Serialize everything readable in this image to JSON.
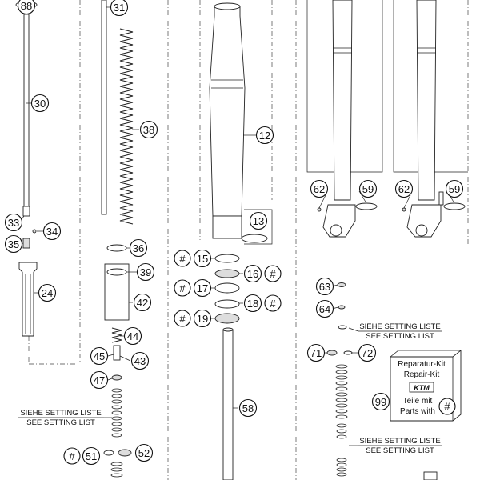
{
  "callouts": {
    "c88": "88",
    "c31": "31",
    "c30": "30",
    "c38": "38",
    "c12": "12",
    "c13": "13",
    "c33": "33",
    "c34": "34",
    "c35": "35",
    "c24": "24",
    "c36": "36",
    "c39": "39",
    "c42": "42",
    "c44": "44",
    "c45": "45",
    "c43": "43",
    "c47": "47",
    "c51": "51",
    "c52": "52",
    "c15": "15",
    "c16": "16",
    "c17": "17",
    "c18": "18",
    "c19": "19",
    "c58": "58",
    "c62a": "62",
    "c59a": "59",
    "c62b": "62",
    "c59b": "59",
    "c63": "63",
    "c64": "64",
    "c71": "71",
    "c72": "72",
    "c99": "99"
  },
  "hash_symbol": "#",
  "setting_list": {
    "de": "SIEHE SETTING LISTE",
    "en": "SEE SETTING LIST"
  },
  "repair_kit": {
    "line1": "Reparatur-Kit",
    "line2": "Repair-Kit",
    "line3": "Teile mit",
    "line4": "Parts with",
    "logo": "KTM"
  }
}
